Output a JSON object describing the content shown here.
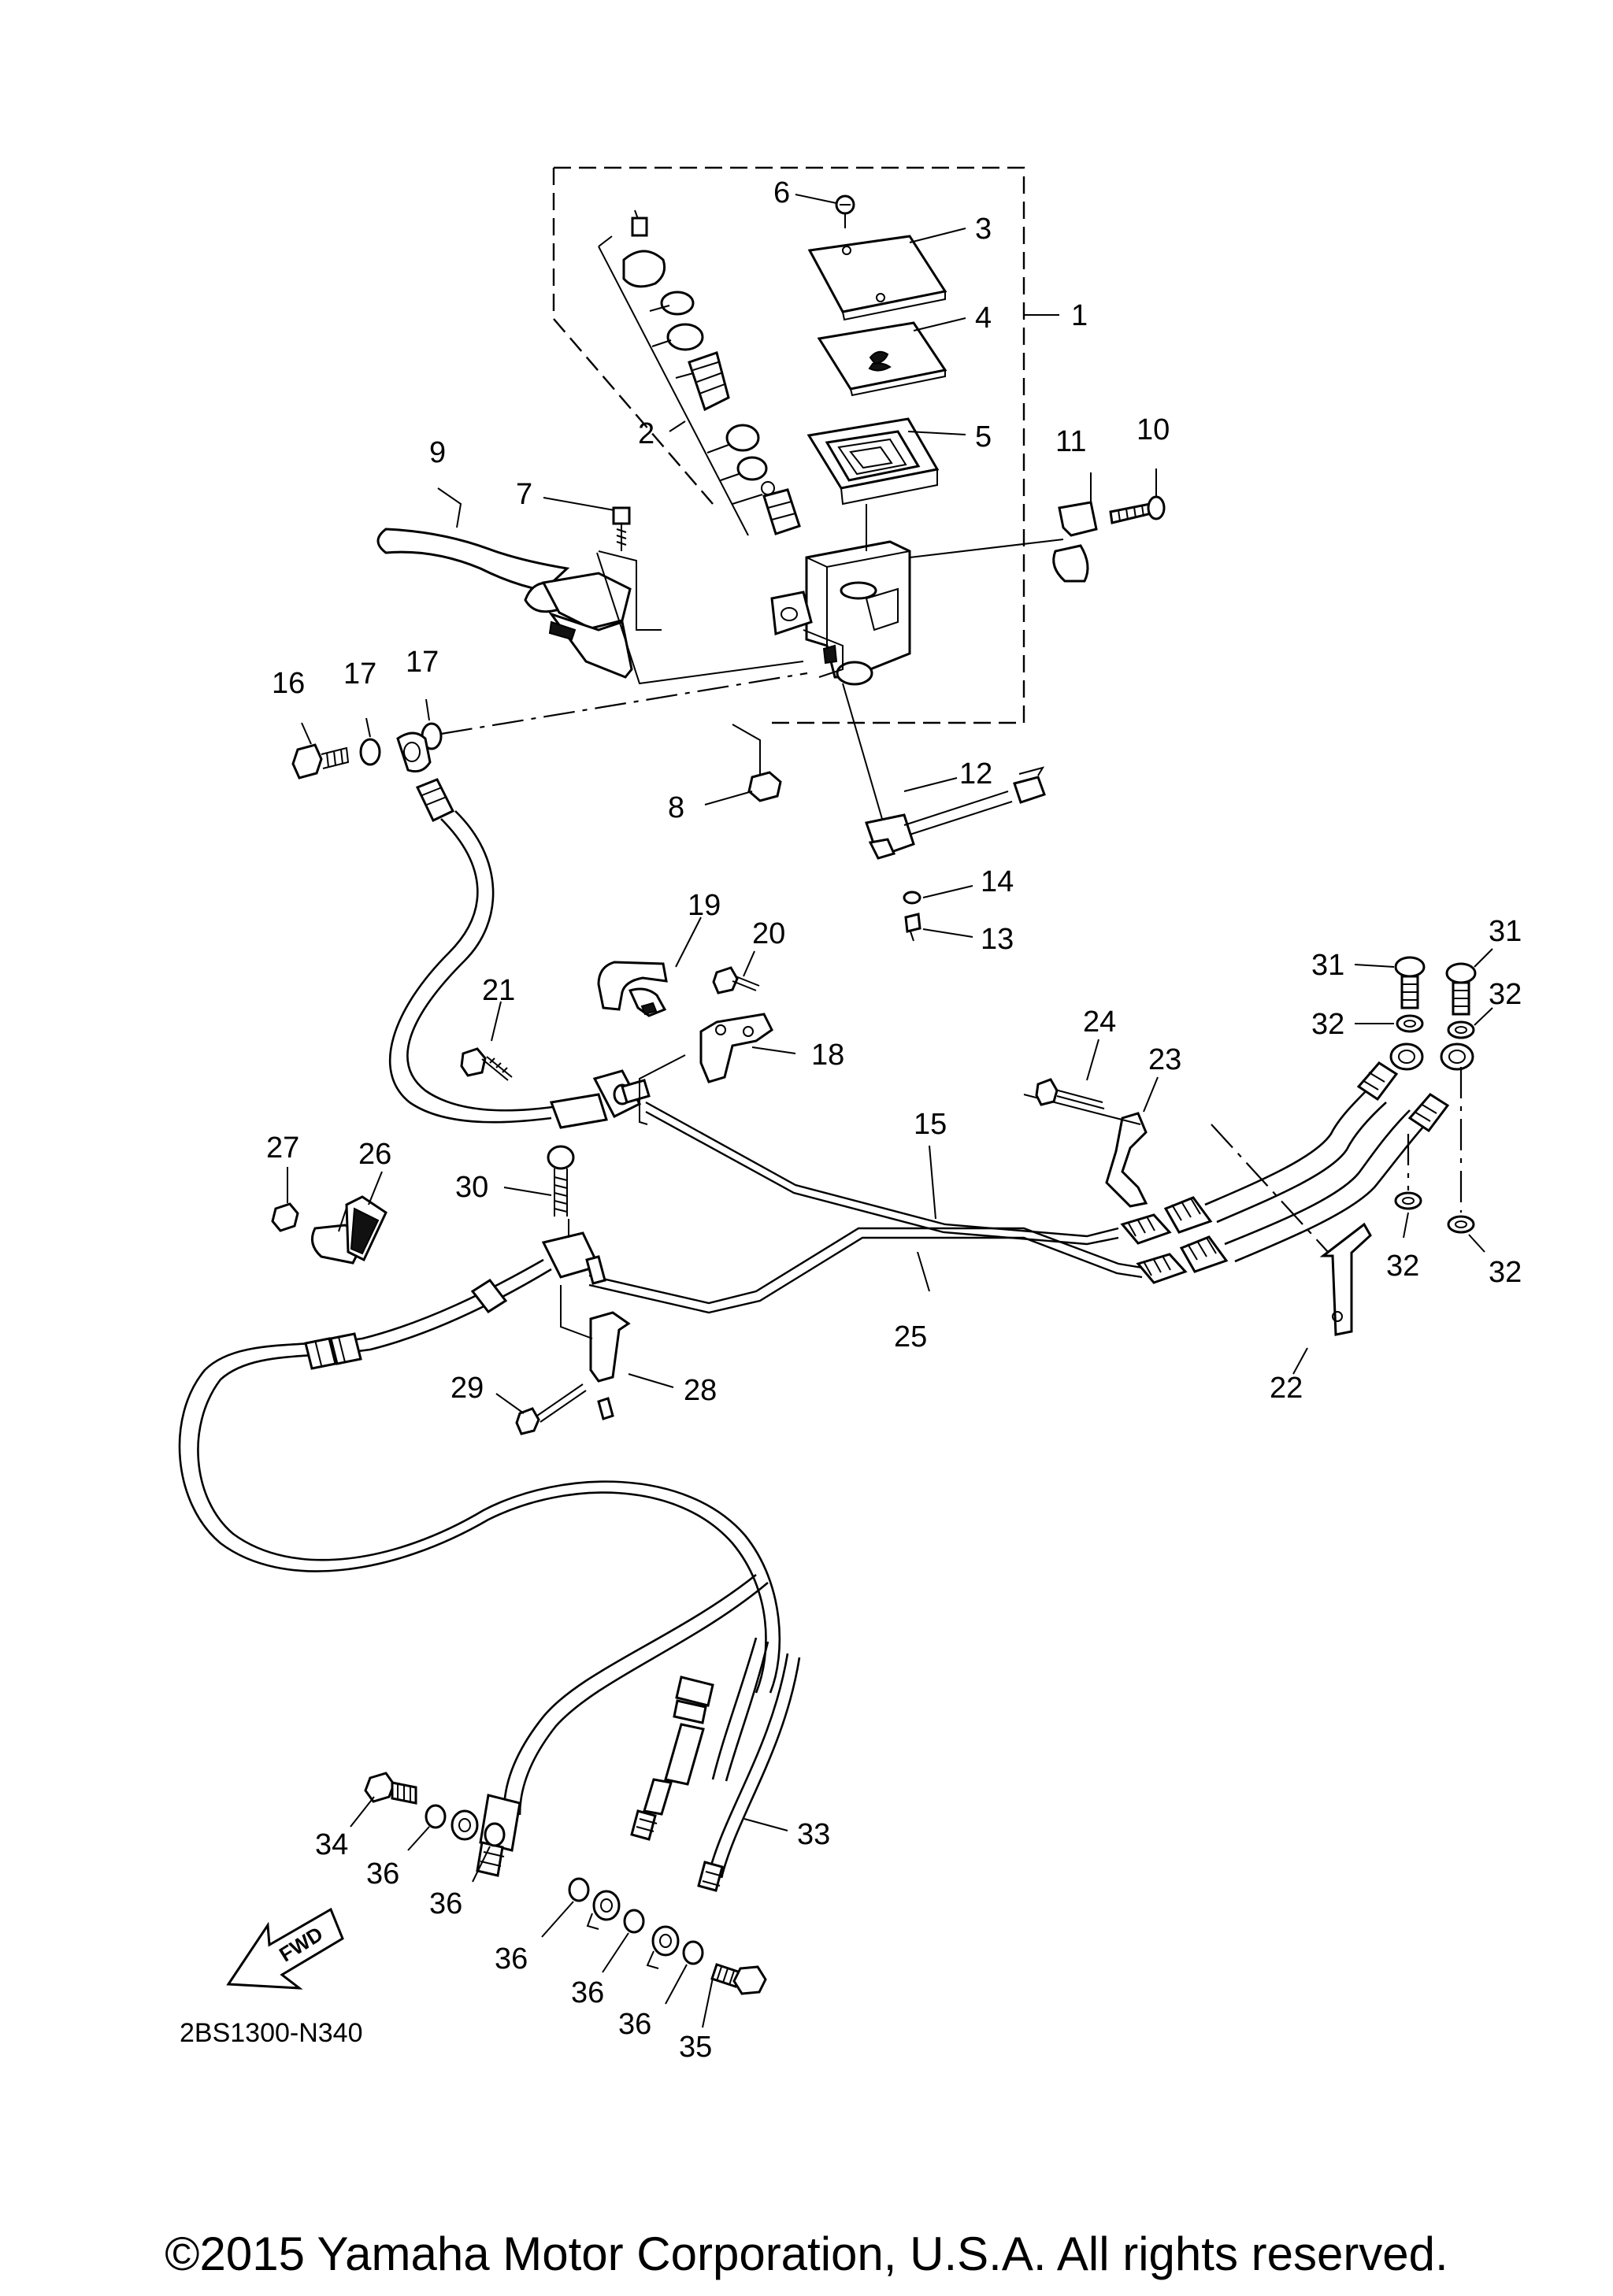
{
  "diagram": {
    "drawing_code": "2BS1300-N340",
    "copyright": "©2015 Yamaha Motor Corporation, U.S.A. All rights reserved.",
    "fwd_arrow_text": "FWD"
  },
  "callouts": {
    "c1": "1",
    "c2": "2",
    "c3": "3",
    "c4": "4",
    "c5": "5",
    "c6": "6",
    "c7": "7",
    "c8": "8",
    "c9": "9",
    "c10": "10",
    "c11": "11",
    "c12": "12",
    "c13": "13",
    "c14": "14",
    "c15": "15",
    "c16": "16",
    "c17a": "17",
    "c17b": "17",
    "c18": "18",
    "c19": "19",
    "c20": "20",
    "c21": "21",
    "c22": "22",
    "c23": "23",
    "c24": "24",
    "c25": "25",
    "c26": "26",
    "c27": "27",
    "c28": "28",
    "c29": "29",
    "c30": "30",
    "c31a": "31",
    "c31b": "31",
    "c32a": "32",
    "c32b": "32",
    "c32c": "32",
    "c32d": "32",
    "c33": "33",
    "c34": "34",
    "c35": "35",
    "c36a": "36",
    "c36b": "36",
    "c36c": "36",
    "c36d": "36",
    "c36e": "36"
  }
}
